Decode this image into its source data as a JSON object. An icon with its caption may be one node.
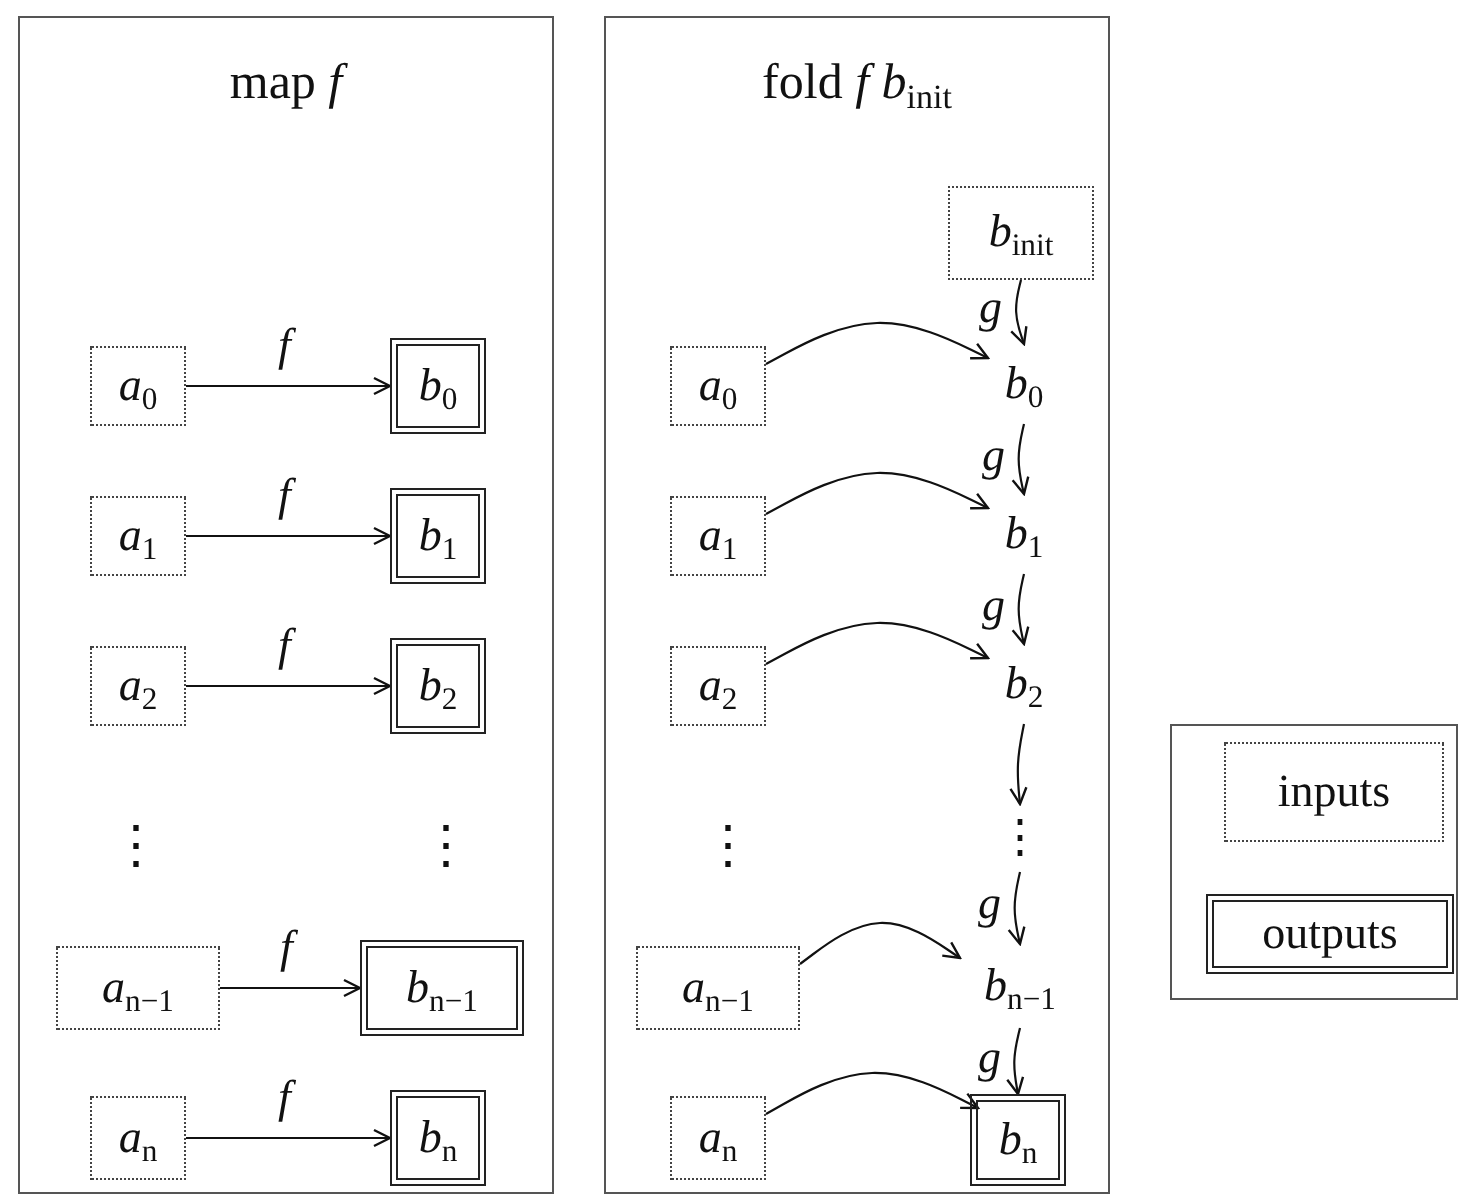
{
  "diagram": {
    "nodes": [
      {
        "text": [
          "map *f*"
        ]
      },
      {
        "text": [
          "*a*$_{0}$"
        ],
        "in": 0
      },
      {
        "text": [
          "*b*$_{0}$"
        ],
        "in": 0
      },
      {
        "text": [
          "*a*$_{1}$"
        ],
        "in": 0
      },
      {
        "text": [
          "*b*$_{1}$"
        ],
        "in": 0
      },
      {
        "text": [
          "*a*$_{2}$"
        ],
        "in": 0
      },
      {
        "text": [
          "*b*$_{2}$"
        ],
        "in": 0
      },
      {
        "text": [
          "*a*$_{n−1}$"
        ],
        "in": 0
      },
      {
        "text": [
          "*b*$_{n−1}$"
        ],
        "in": 0
      },
      {
        "text": [
          "*a*$_{n}$"
        ],
        "in": 0
      },
      {
        "text": [
          "*b*$_{n}$"
        ],
        "in": 0
      },
      {
        "text": [
          "fold *f* *b*$_{init}$"
        ]
      },
      {
        "text": [
          "*b*$_{init}$"
        ],
        "in": 11
      },
      {
        "text": [
          "*a*$_{0}$"
        ],
        "in": 11
      },
      {
        "text": [
          "*b*$_{0}$"
        ],
        "in": 11
      },
      {
        "text": [
          "*a*$_{1}$"
        ],
        "in": 11
      },
      {
        "text": [
          "*b*$_{1}$"
        ],
        "in": 11
      },
      {
        "text": [
          "*a*$_{2}$"
        ],
        "in": 11
      },
      {
        "text": [
          "*b*$_{2}$"
        ],
        "in": 11
      },
      {
        "text": [
          "*a*$_{n−1}$"
        ],
        "in": 11
      },
      {
        "text": [
          "*b*$_{n−1}$"
        ],
        "in": 11
      },
      {
        "text": [
          "*a*$_{n}$"
        ],
        "in": 11
      },
      {
        "text": [
          "*b*$_{n}$"
        ],
        "in": 11
      },
      {
        "text": [],
        "shape": "box"
      },
      {
        "text": [
          "inputs"
        ],
        "in": 23
      },
      {
        "text": [
          "outputs"
        ],
        "in": 23
      },
      {
        "text": [
          "⋮"
        ],
        "in": 11
      }
    ],
    "edges": [
      {
        "from": 1,
        "to": 2,
        "arrow": "to",
        "label": "f"
      },
      {
        "from": 3,
        "to": 4,
        "arrow": "to",
        "label": "f"
      },
      {
        "from": 5,
        "to": 6,
        "arrow": "to",
        "label": "f"
      },
      {
        "from": 7,
        "to": 8,
        "arrow": "to",
        "label": "f"
      },
      {
        "from": 9,
        "to": 10,
        "arrow": "to",
        "label": "f"
      },
      {
        "from": 12,
        "to": 14,
        "arrow": "to",
        "label": "g"
      },
      {
        "from": 13,
        "to": 14,
        "arrow": "to"
      },
      {
        "from": 14,
        "to": 16,
        "arrow": "to",
        "label": "g"
      },
      {
        "from": 15,
        "to": 16,
        "arrow": "to"
      },
      {
        "from": 16,
        "to": 18,
        "arrow": "to",
        "label": "g"
      },
      {
        "from": 17,
        "to": 18,
        "arrow": "to"
      },
      {
        "from": 18,
        "to": 26,
        "arrow": "to"
      },
      {
        "from": 26,
        "to": 20,
        "arrow": "to",
        "label": "g"
      },
      {
        "from": 19,
        "to": 20,
        "arrow": "to"
      },
      {
        "from": 20,
        "to": 22,
        "arrow": "to",
        "label": "g"
      },
      {
        "from": 21,
        "to": 22,
        "arrow": "to"
      }
    ],
    "labels": [
      "⋮",
      "⋮",
      "⋮"
    ]
  }
}
